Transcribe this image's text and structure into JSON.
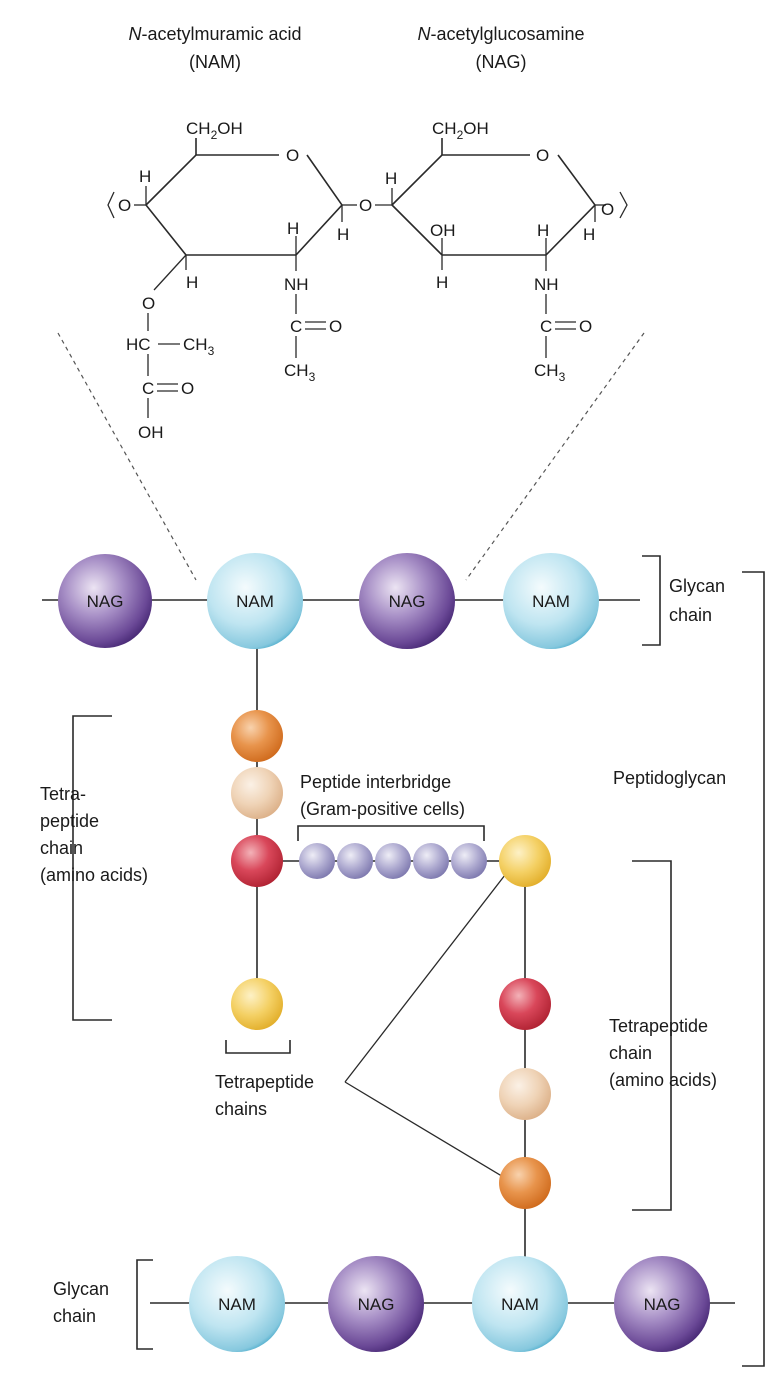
{
  "labels": {
    "nam_name": "N-acetylmuramic acid",
    "nam_name_italic": "N",
    "nam_name_rest": "-acetylmuramic acid",
    "nam_abbr": "(NAM)",
    "nag_name": "N-acetylglucosamine",
    "nag_name_italic": "N",
    "nag_name_rest": "-acetylglucosamine",
    "nag_abbr": "(NAG)",
    "glycan_top_line1": "Glycan",
    "glycan_top_line2": "chain",
    "glycan_bottom_line1": "Glycan",
    "glycan_bottom_line2": "chain",
    "peptidoglycan": "Peptidoglycan",
    "tetra_left_line1": "Tetra-",
    "tetra_left_line2": "peptide",
    "tetra_left_line3": "chain",
    "tetra_left_line4": "(amino acids)",
    "interbridge_line1": "Peptide interbridge",
    "interbridge_line2": "(Gram-positive cells)",
    "tetra_right_line1": "Tetrapeptide",
    "tetra_right_line2": "chain",
    "tetra_right_line3": "(amino acids)",
    "tetra_chains_line1": "Tetrapeptide",
    "tetra_chains_line2": "chains"
  },
  "chem": {
    "ch2oh_left": "CH",
    "ch2oh_left_sub": "2",
    "ch2oh_left_end": "OH",
    "ch2oh_right": "CH",
    "ch2oh_right_sub": "2",
    "ch2oh_right_end": "OH",
    "o_ring_left": "O",
    "o_ring_right": "O",
    "o_glyc_left": "O",
    "o_glyc_mid": "O",
    "o_glyc_right": "O",
    "h": "H",
    "oh_ring": "OH",
    "nh_left": "NH",
    "nh_right": "NH",
    "c_left": "C",
    "c_right": "C",
    "o_carbonyl_left": "O",
    "o_carbonyl_right": "O",
    "ch3": "CH",
    "ch3_sub": "3",
    "lactyl_o": "O",
    "lactyl_hc": "HC",
    "lactyl_ch3": "CH",
    "lactyl_ch3_sub": "3",
    "lactyl_c": "C",
    "lactyl_o_carbonyl": "O",
    "lactyl_oh": "OH",
    "eq": "="
  },
  "sugars": {
    "top": [
      "NAG",
      "NAM",
      "NAG",
      "NAM"
    ],
    "bottom": [
      "NAM",
      "NAG",
      "NAM",
      "NAG"
    ]
  },
  "colors": {
    "nag_purple": "#7d5ba6",
    "nam_blue": "#a9dcec",
    "aa_orange": "#e2873e",
    "aa_peach": "#efd1b3",
    "aa_red": "#d5414f",
    "aa_yellow": "#f2cc5a",
    "bridge_lavender": "#a7a4c9"
  }
}
